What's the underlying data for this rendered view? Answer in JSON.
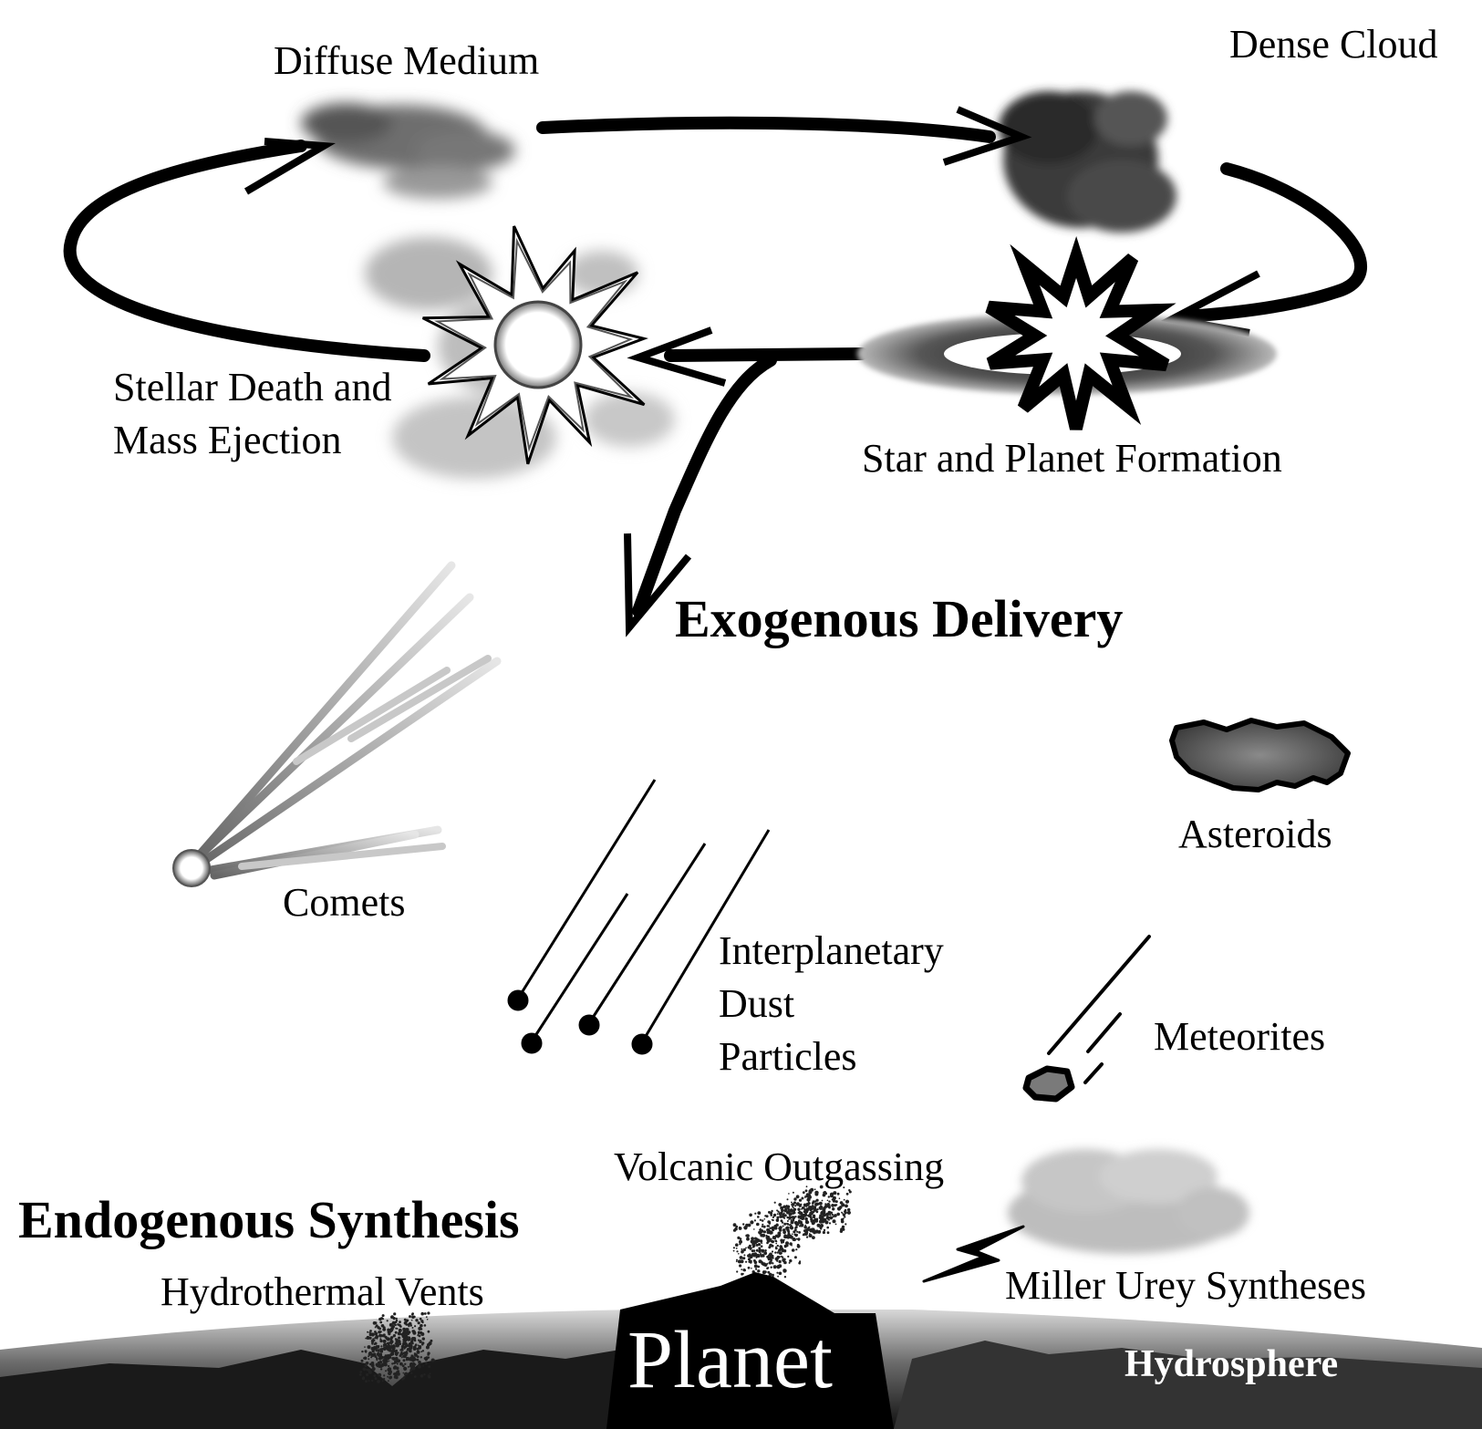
{
  "cycle": {
    "diffuse_medium": "Diffuse Medium",
    "dense_cloud": "Dense Cloud",
    "stellar_death_line1": "Stellar Death and",
    "stellar_death_line2": "Mass Ejection",
    "star_planet_formation": "Star and Planet Formation"
  },
  "exogenous": {
    "heading": "Exogenous Delivery",
    "comets": "Comets",
    "asteroids": "Asteroids",
    "idp_line1": "Interplanetary",
    "idp_line2": "Dust",
    "idp_line3": "Particles",
    "meteorites": "Meteorites"
  },
  "endogenous": {
    "heading": "Endogenous Synthesis",
    "hydrothermal_vents": "Hydrothermal Vents",
    "volcanic_outgassing": "Volcanic Outgassing",
    "miller_urey": "Miller Urey Syntheses"
  },
  "planet": {
    "label": "Planet",
    "hydrosphere": "Hydrosphere"
  }
}
